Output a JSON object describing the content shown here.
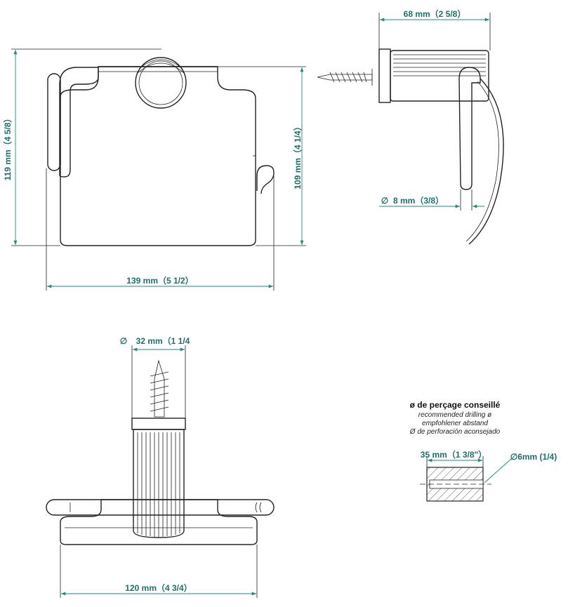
{
  "front_view": {
    "height_label": "119 mm（4 5/8）",
    "inner_height_label": "109 mm（4 1/4）",
    "width_label": "139 mm（5 1/2）"
  },
  "side_view": {
    "depth_label": "68 mm（2 5/8）",
    "diameter_symbol": "∅",
    "diameter_label": "8 mm（3/8）"
  },
  "top_view": {
    "diameter_symbol": "∅",
    "diameter_label": "32 mm（1 1/4",
    "width_label": "120 mm（4 3/4）"
  },
  "drilling": {
    "title": "ø de perçage conseillé",
    "line_en": "recommended drilling ø",
    "line_de": "empfohlener abstand",
    "line_es": "Ø de perforación aconsejado",
    "depth_label": "35 mm（1 3/8\"）",
    "diameter_label": "∅6mm (1/4)"
  },
  "colors": {
    "dimension": "#1f8a80",
    "dimension_text": "#1f6f6a",
    "outline": "#222222"
  }
}
